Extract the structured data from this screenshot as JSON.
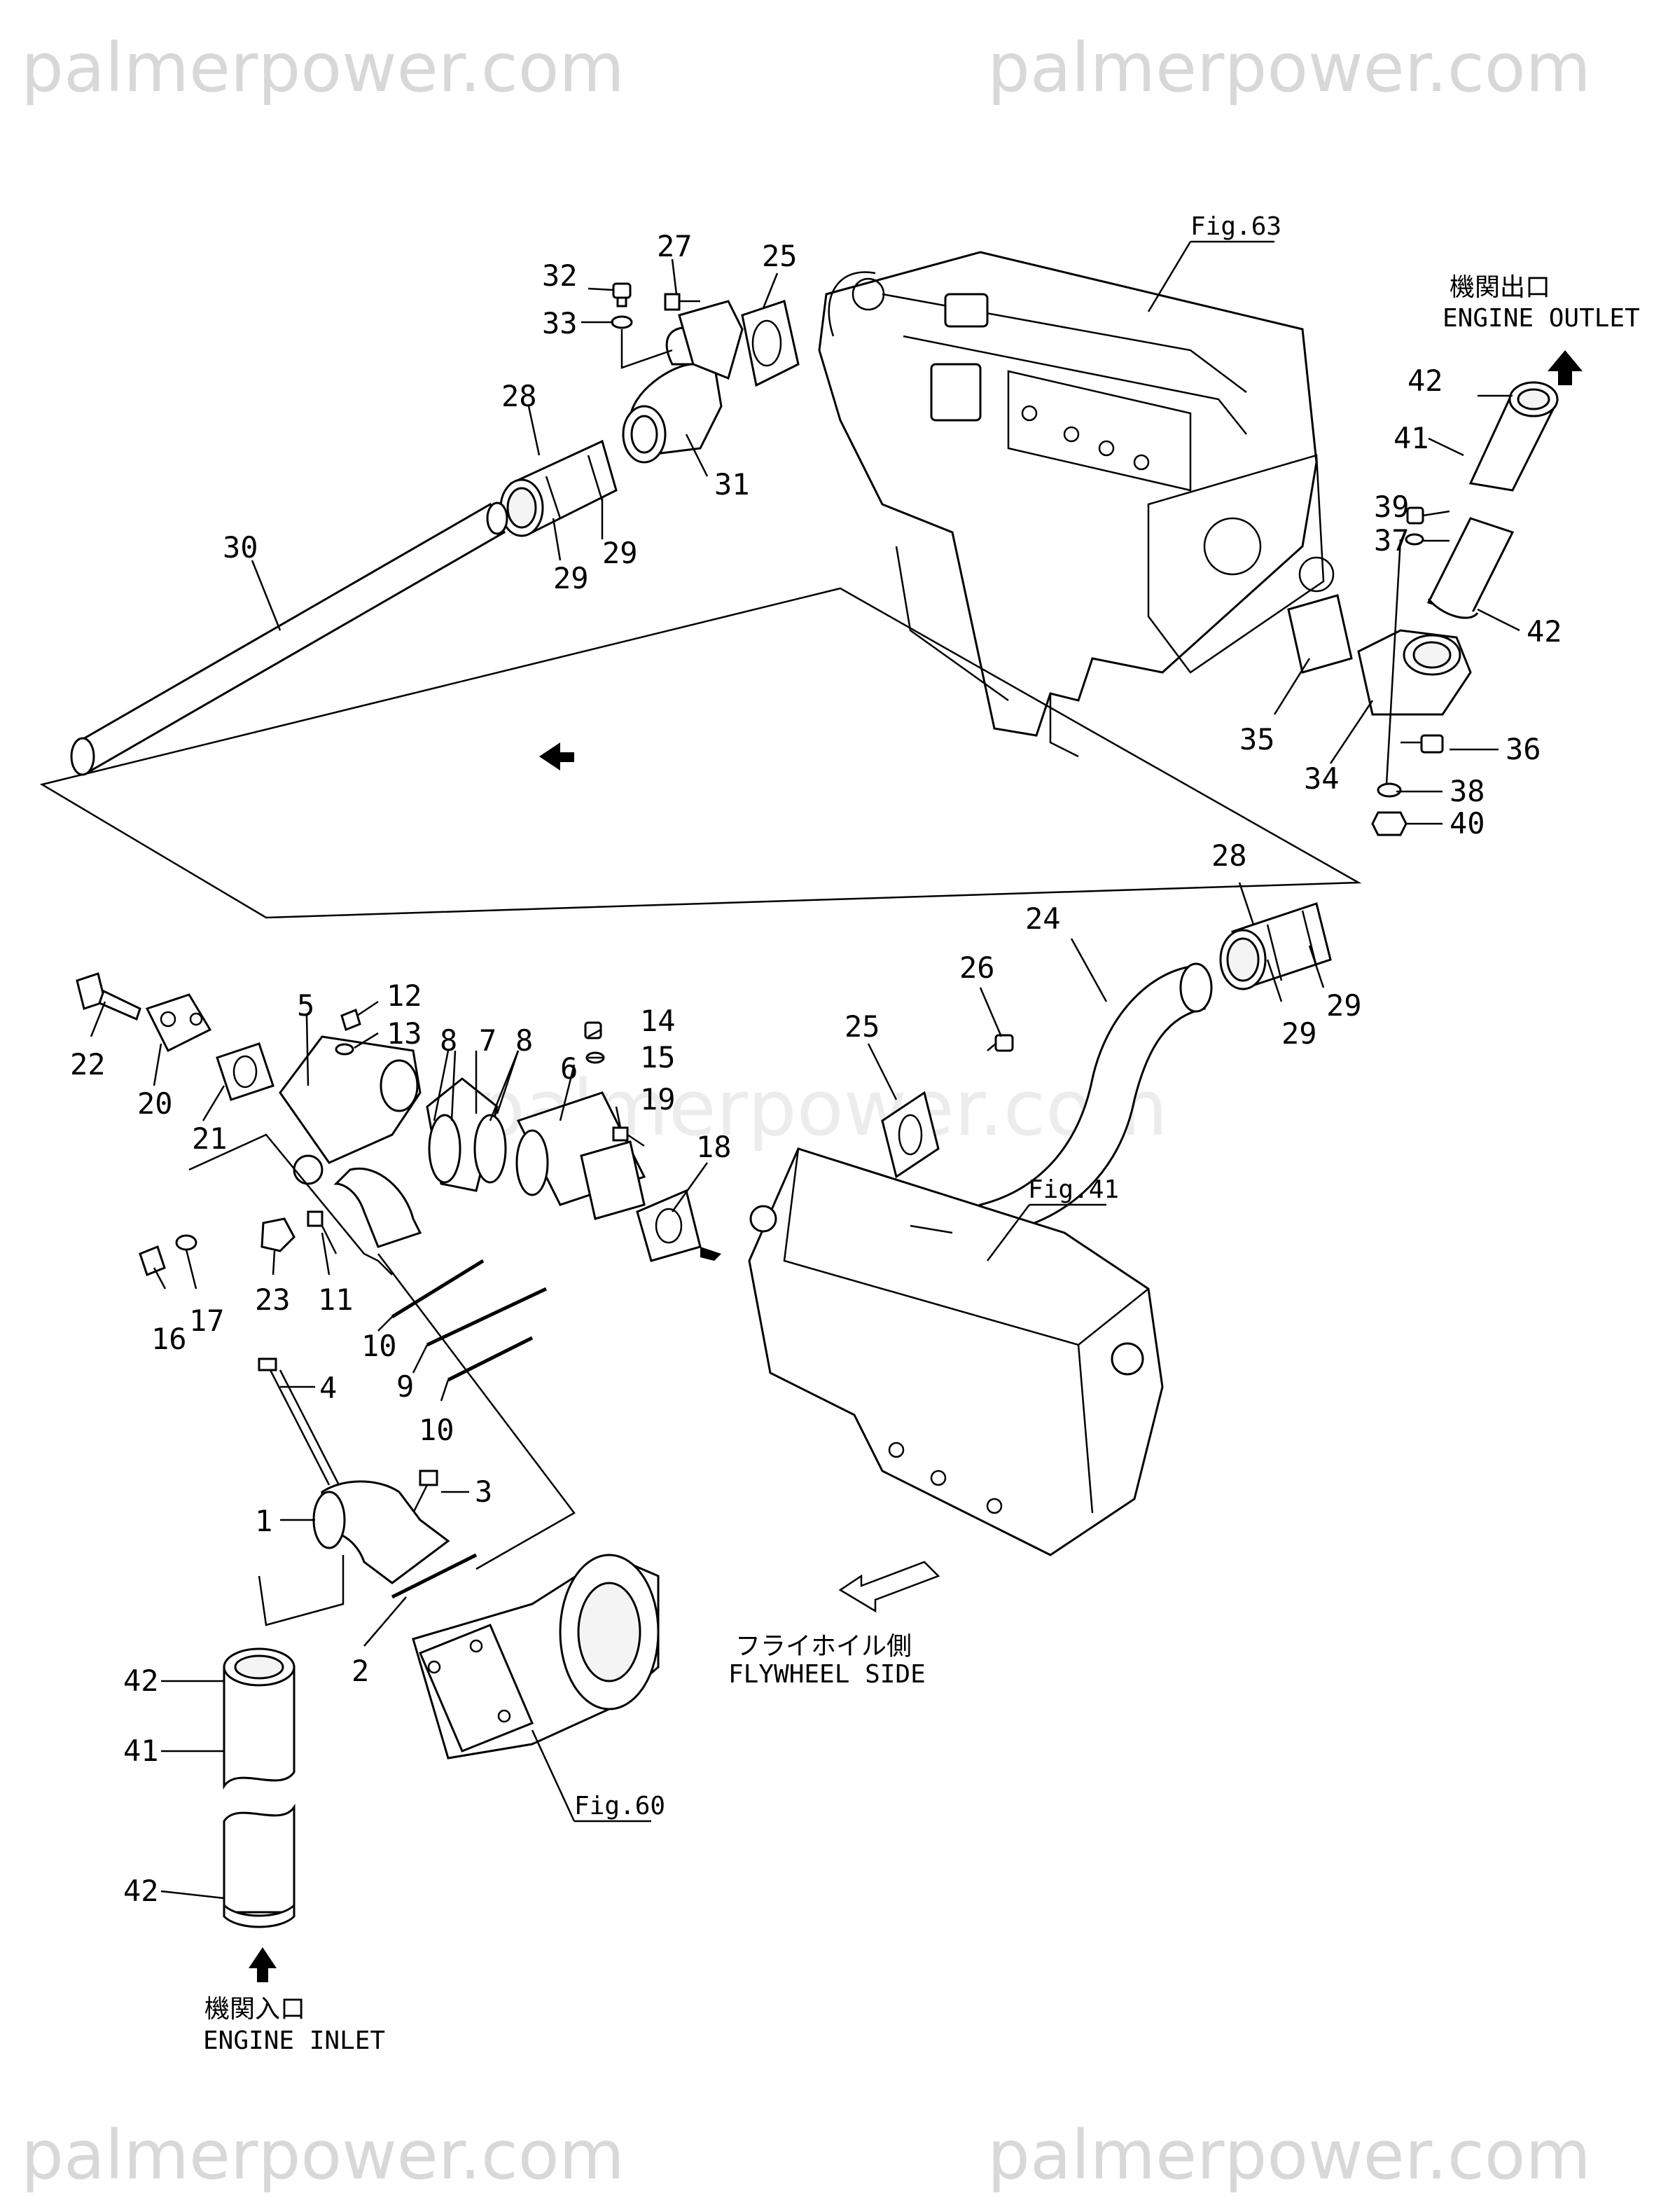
{
  "watermark": {
    "top_left": "palmerpower.com",
    "top_right": "palmerpower.com",
    "middle": "palmerpower.com",
    "bottom_left": "palmerpower.com",
    "bottom_right": "palmerpower.com"
  },
  "figure_refs": {
    "fig63": "Fig.63",
    "fig41": "Fig.41",
    "fig60": "Fig.60"
  },
  "directions": {
    "engine_outlet_jp": "機関出口",
    "engine_outlet_en": "ENGINE OUTLET",
    "engine_inlet_jp": "機関入口",
    "engine_inlet_en": "ENGINE INLET",
    "flywheel_jp": "フライホイル側",
    "flywheel_en": "FLYWHEEL SIDE"
  },
  "callouts": {
    "c1": "1",
    "c2": "2",
    "c3": "3",
    "c4": "4",
    "c5": "5",
    "c6": "6",
    "c7": "7",
    "c8a": "8",
    "c8b": "8",
    "c9": "9",
    "c10a": "10",
    "c10b": "10",
    "c11": "11",
    "c12": "12",
    "c13": "13",
    "c14": "14",
    "c15": "15",
    "c16": "16",
    "c17": "17",
    "c18": "18",
    "c19": "19",
    "c20": "20",
    "c21": "21",
    "c22": "22",
    "c23": "23",
    "c24": "24",
    "c25a": "25",
    "c25b": "25",
    "c26": "26",
    "c27": "27",
    "c28a": "28",
    "c28b": "28",
    "c29a": "29",
    "c29b": "29",
    "c29c": "29",
    "c29d": "29",
    "c30": "30",
    "c31": "31",
    "c32": "32",
    "c33": "33",
    "c34": "34",
    "c35": "35",
    "c36": "36",
    "c37": "37",
    "c38": "38",
    "c39": "39",
    "c40": "40",
    "c41a": "41",
    "c41b": "41",
    "c42a": "42",
    "c42b": "42",
    "c42c": "42",
    "c42d": "42"
  }
}
